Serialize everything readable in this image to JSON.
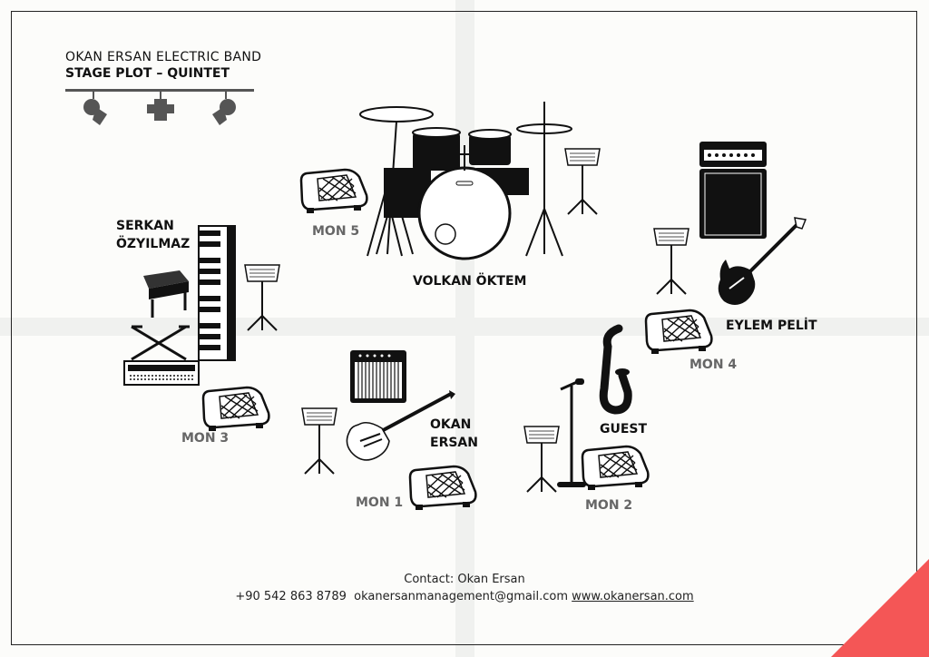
{
  "header": {
    "band_name": "OKAN ERSAN ELECTRIC BAND",
    "subtitle": "STAGE PLOT  – QUINTET"
  },
  "musicians": {
    "drums": "VOLKAN ÖKTEM",
    "keys_line1": "SERKAN",
    "keys_line2": "ÖZYILMAZ",
    "guitar_line1": "OKAN",
    "guitar_line2": "ERSAN",
    "bass": "EYLEM PELİT",
    "guest": "GUEST"
  },
  "monitors": {
    "mon1": "MON 1",
    "mon2": "MON 2",
    "mon3": "MON 3",
    "mon4": "MON 4",
    "mon5": "MON 5"
  },
  "footer": {
    "contact": "Contact: Okan Ersan",
    "phone": "+90 542 863 8789",
    "email": "okanersanmanagement@gmail.com",
    "website": "www.okanersan.com"
  },
  "colors": {
    "accent": "#f45656",
    "icon": "#111111",
    "label_gray": "#666666"
  }
}
